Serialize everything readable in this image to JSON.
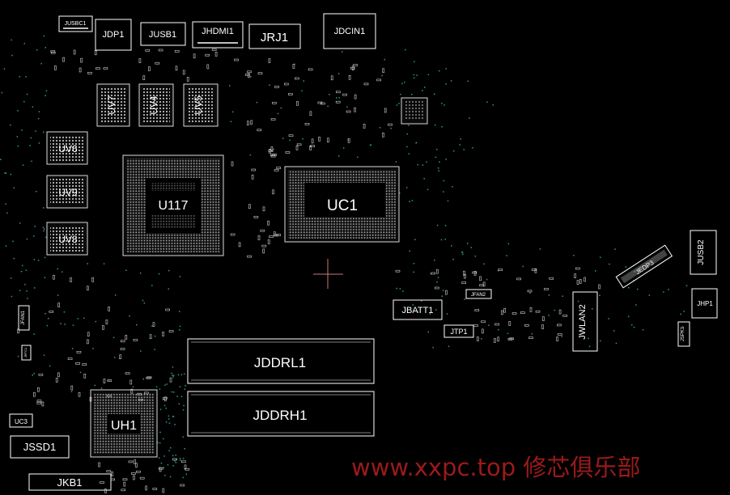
{
  "components": {
    "jusbc1": "JUSBC1",
    "jdp1": "JDP1",
    "jusb1": "JUSB1",
    "jhdmi1": "JHDMI1",
    "jrj1": "JRJ1",
    "jdcin1": "JDCIN1",
    "uv7": "UV7",
    "uv4": "UV4",
    "uv5": "UV5",
    "uv6": "UV6",
    "uv9": "UV9",
    "uv8": "UV8",
    "u117": "U117",
    "uc1": "UC1",
    "jusb2": "JUSB2",
    "jhp1": "JHP1",
    "jspk1": "JSPK1",
    "jedp3": "JEDP3",
    "jbatt1": "JBATT1",
    "jfan2": "JFAN2",
    "jtp1": "JTP1",
    "jwlan2": "JWLAN2",
    "jfan1": "JFAN1",
    "jrtc1": "JRTC1",
    "jddrl1": "JDDRL1",
    "jddrh1": "JDDRH1",
    "uh1": "UH1",
    "uc3": "UC3",
    "jssd1": "JSSD1",
    "jkb1": "JKB1"
  },
  "watermark": "www.xxpc.top 修芯俱乐部",
  "colors": {
    "background": "#000000",
    "outline": "#ffffff",
    "via": "#2a9a8f",
    "watermark": "#9b1a1a",
    "crosshair": "#c87a7a"
  }
}
